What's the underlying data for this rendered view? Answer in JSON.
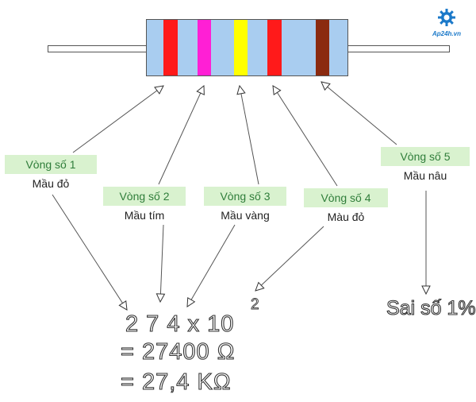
{
  "resistor": {
    "body_color": "#a9cdf0",
    "lead_color": "#ffffff",
    "bands": [
      {
        "name": "band-1-red",
        "color": "#ff1a1a"
      },
      {
        "name": "band-2-magenta",
        "color": "#ff1fd5"
      },
      {
        "name": "band-3-yellow",
        "color": "#ffff00"
      },
      {
        "name": "band-4-red",
        "color": "#ff1a1a"
      },
      {
        "name": "band-5-brown",
        "color": "#8b2a10"
      }
    ]
  },
  "logo": {
    "text": "Ap24h.vn",
    "icon": "gear-icon",
    "color": "#1b79c9"
  },
  "rings": [
    {
      "title": "Vòng số 1",
      "color_name": "Mầu đỏ"
    },
    {
      "title": "Vòng số 2",
      "color_name": "Mầu tím"
    },
    {
      "title": "Vòng số 3",
      "color_name": "Mầu vàng"
    },
    {
      "title": "Vòng số 4",
      "color_name": "Màu đỏ"
    },
    {
      "title": "Vòng số 5",
      "color_name": "Mầu nâu"
    }
  ],
  "formula": {
    "line1": "2 7 4 x 10",
    "exponent": "2",
    "line2": "=  27400 Ω",
    "line3": "= 27,4  KΩ"
  },
  "tolerance": "Sai số 1%"
}
